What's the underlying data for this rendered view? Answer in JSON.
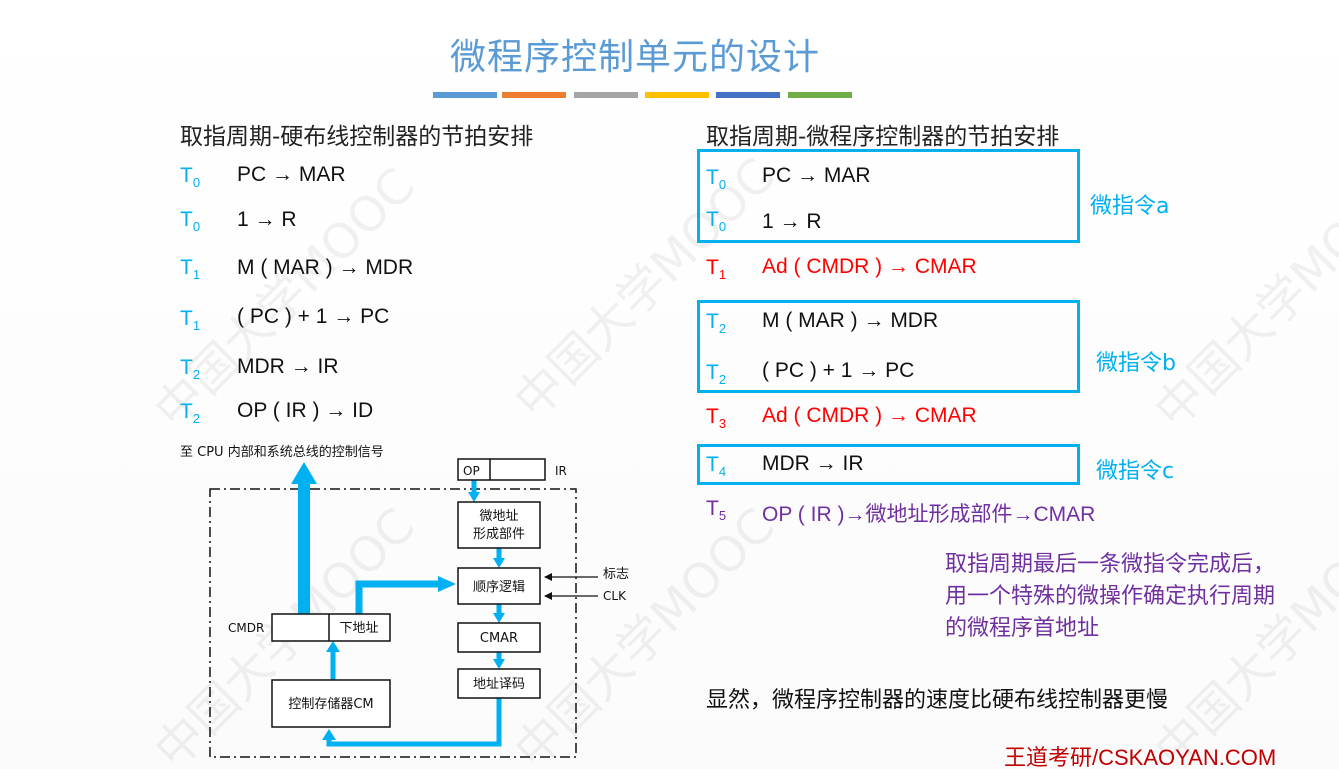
{
  "title": "微程序控制单元的设计",
  "title_bar_colors": [
    "#5b9bd5",
    "#ed7d31",
    "#a5a5a5",
    "#ffc000",
    "#4472c4",
    "#70ad47"
  ],
  "watermark": "中国大学MOOC",
  "left": {
    "heading": "取指周期-硬布线控制器的节拍安排",
    "rows": [
      {
        "t": "T",
        "sub": "0",
        "op": "PC → MAR"
      },
      {
        "t": "T",
        "sub": "0",
        "op": "1 → R"
      },
      {
        "t": "T",
        "sub": "1",
        "op": "M ( MAR ) → MDR"
      },
      {
        "t": "T",
        "sub": "1",
        "op": "( PC ) + 1 → PC"
      },
      {
        "t": "T",
        "sub": "2",
        "op": "MDR → IR"
      },
      {
        "t": "T",
        "sub": "2",
        "op": "OP ( IR ) → ID"
      }
    ],
    "signal_label": "至 CPU 内部和系统总线的控制信号"
  },
  "diagram": {
    "op": "OP",
    "ir": "IR",
    "addr_form_1": "微地址",
    "addr_form_2": "形成部件",
    "seq_logic": "顺序逻辑",
    "flag": "标志",
    "clk": "CLK",
    "cmdr": "CMDR",
    "next_addr": "下地址",
    "cmar": "CMAR",
    "decoder": "地址译码",
    "cm": "控制存储器CM"
  },
  "right": {
    "heading": "取指周期-微程序控制器的节拍安排",
    "rows": [
      {
        "t": "T",
        "sub": "0",
        "op": "PC → MAR",
        "color": "black"
      },
      {
        "t": "T",
        "sub": "0",
        "op": "1 → R",
        "color": "black"
      },
      {
        "t": "T",
        "sub": "1",
        "op": "Ad ( CMDR ) → CMAR",
        "color": "red"
      },
      {
        "t": "T",
        "sub": "2",
        "op": "M ( MAR ) → MDR",
        "color": "black"
      },
      {
        "t": "T",
        "sub": "2",
        "op": "( PC ) + 1 → PC",
        "color": "black"
      },
      {
        "t": "T",
        "sub": "3",
        "op": "Ad ( CMDR ) → CMAR",
        "color": "red"
      },
      {
        "t": "T",
        "sub": "4",
        "op": "MDR → IR",
        "color": "black"
      },
      {
        "t": "T",
        "sub": "5",
        "op": "OP ( IR )→微地址形成部件→CMAR",
        "color": "purple"
      }
    ],
    "micro_a": "微指令a",
    "micro_b": "微指令b",
    "micro_c": "微指令c",
    "note": "取指周期最后一条微指令完成后，用一个特殊的微操作确定执行周期的微程序首地址",
    "conclusion": "显然，微程序控制器的速度比硬布线控制器更慢"
  },
  "footer": "王道考研/CSKAOYAN.COM"
}
